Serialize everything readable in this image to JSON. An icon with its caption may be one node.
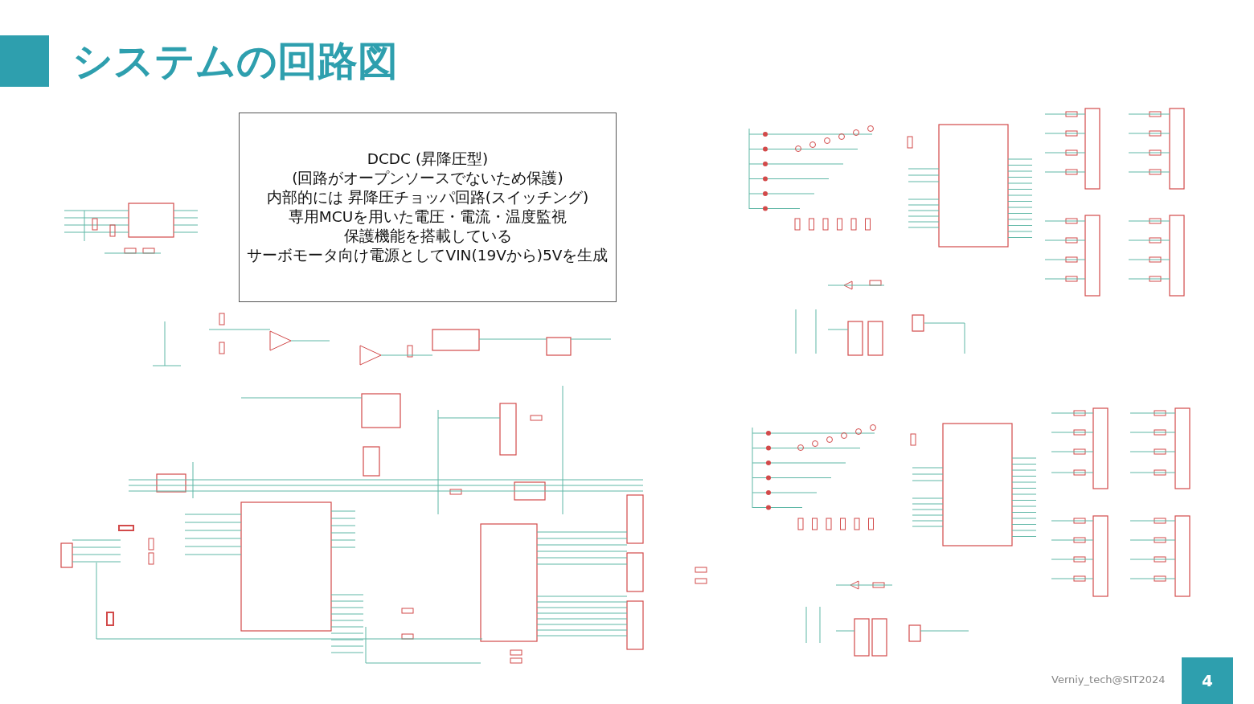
{
  "diagram": {
    "title": "システムの回路図",
    "nodes": [
      {
        "text": [
          "DCDC (昇降圧型)",
          "(回路がオープンソースでないため保護)",
          "内部的には 昇降圧チョッパ回路(スイッチング)",
          "専用MCUを用いた電圧・電流・温度監視",
          "保護機能を搭載している",
          "サーボモータ向け電源としてVIN(19Vから)5Vを生成"
        ]
      }
    ],
    "labels": [
      "Verniy_tech@SIT2024",
      "4"
    ]
  }
}
